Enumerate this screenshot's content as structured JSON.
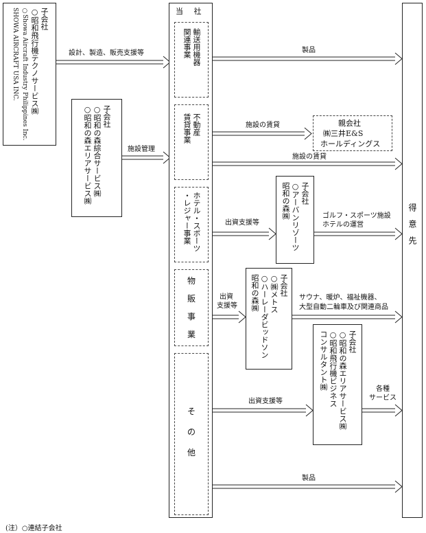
{
  "company": {
    "header": "当 社"
  },
  "customer": {
    "label": "得　意　先"
  },
  "subsidiary_label": "子会社",
  "parent_label": "親会社",
  "segments": {
    "aircraft": [
      "輸送用機器",
      "関連事業"
    ],
    "real_estate": [
      "不動産",
      "賃貸事業"
    ],
    "hotel": [
      "ホテル・スポーツ",
      "・レジャー事業"
    ],
    "retail": [
      "物",
      "販",
      "事",
      "業"
    ],
    "other": [
      "そ",
      "の",
      "他"
    ]
  },
  "subsidiaries": {
    "aircraft": [
      "○昭和飛行機テクノサービス㈱",
      "○Showa Aircraft Industry Philippines Inc.",
      "SHOWA AIRCRAFT USA INC."
    ],
    "real_estate": [
      "○昭和の森綜合サービス㈱",
      "○昭和の森エリアサービス㈱"
    ],
    "hotel": [
      "○アーバンリゾーツ",
      "昭和の森㈱"
    ],
    "retail": [
      "○㈱メトス",
      "○ハーレーダビッドソン",
      "昭和の森㈱"
    ],
    "other": [
      "○昭和の森エリアサービス㈱",
      "○昭和飛行機ビジネス",
      "コンサルタント㈱"
    ]
  },
  "parent": {
    "lines": [
      "㈱三井E&S",
      "ホールディングス"
    ]
  },
  "arrows": {
    "design": "設計、製造、販売支援等",
    "product_top": "製品",
    "facility_lease_parent": "施設の賃貸",
    "facility_mgmt": "施設管理",
    "facility_lease_cust": "施設の賃貸",
    "invest_hotel": "出資支援等",
    "golf": [
      "ゴルフ・スポーツ施設",
      "ホテルの運営"
    ],
    "invest_retail": [
      "出資",
      "支援等"
    ],
    "sauna": [
      "サウナ、暖炉、福祉機器、",
      "大型自動二輪車及び関連商品"
    ],
    "invest_other": "出資支援等",
    "services": [
      "各種",
      "サービス"
    ],
    "product_bottom": "製品"
  },
  "note": "(注）○連結子会社"
}
